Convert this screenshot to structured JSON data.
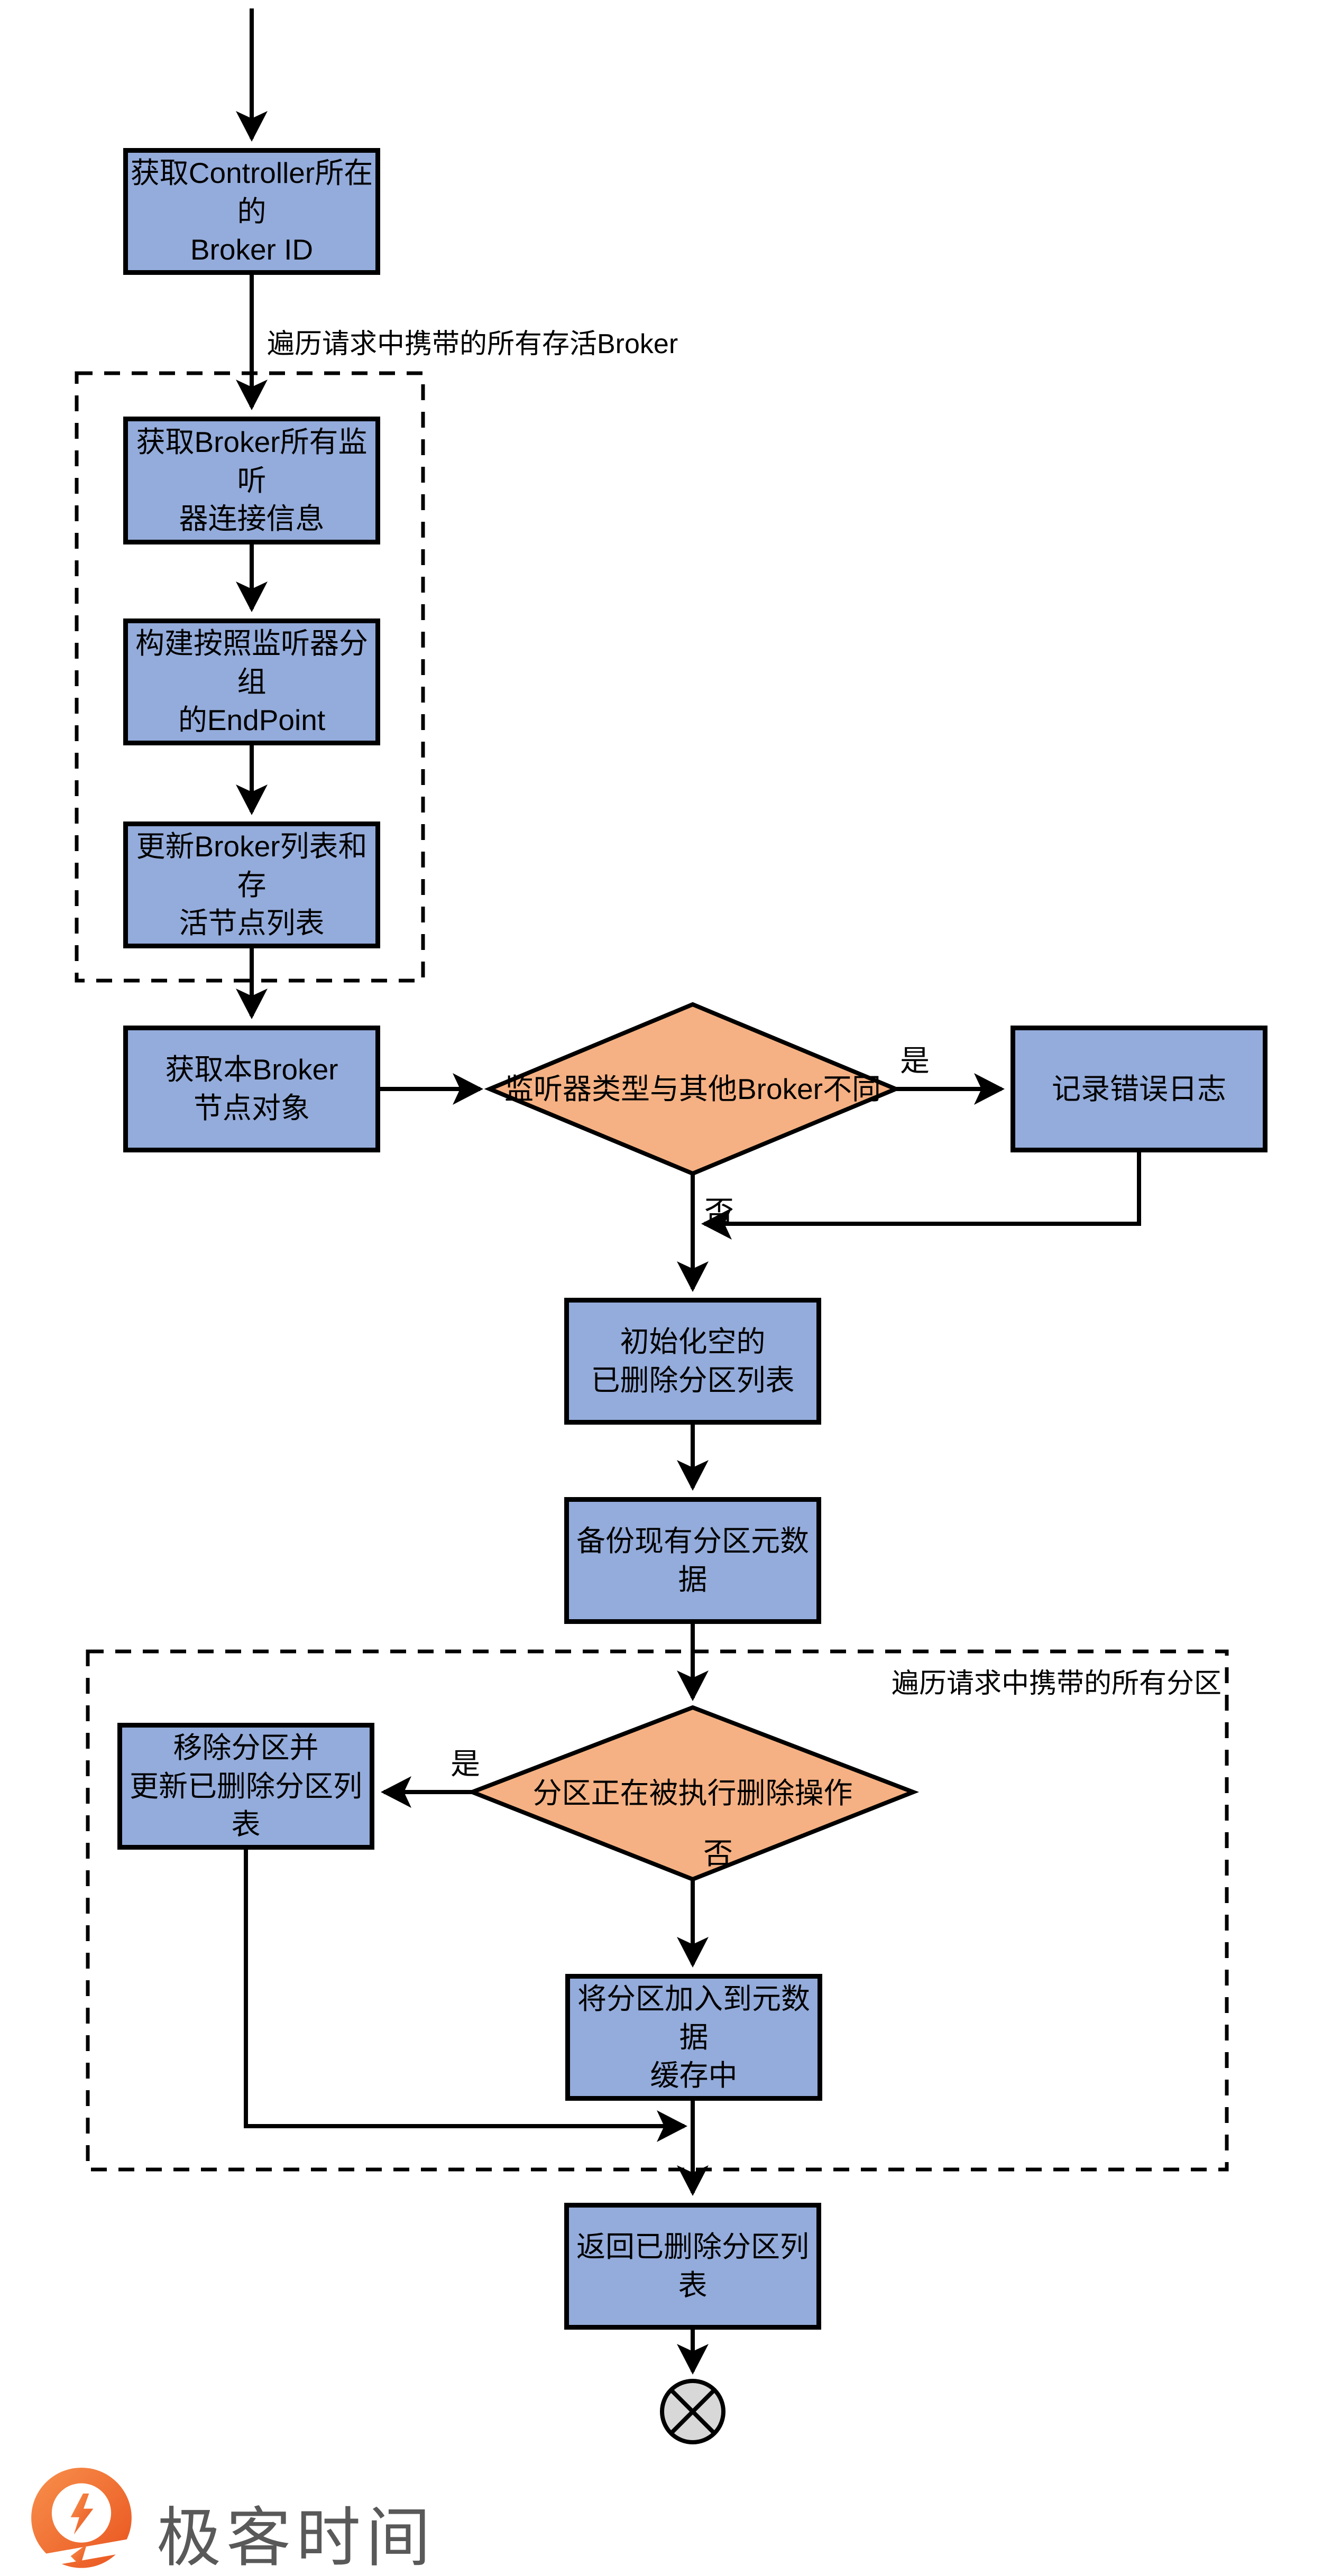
{
  "flowchart": {
    "nodes": {
      "get_controller_id": {
        "label": "获取Controller所在的\nBroker ID"
      },
      "get_listener_info": {
        "label": "获取Broker所有监听\n器连接信息"
      },
      "build_endpoints": {
        "label": "构建按照监听器分组\n的EndPoint"
      },
      "update_broker_lists": {
        "label": "更新Broker列表和存\n活节点列表"
      },
      "get_local_node": {
        "label": "获取本Broker\n节点对象"
      },
      "check_listener_type": {
        "label": "监听器类型与其他Broker不同"
      },
      "log_error": {
        "label": "记录错误日志"
      },
      "init_deleted_list": {
        "label": "初始化空的\n已删除分区列表"
      },
      "backup_metadata": {
        "label": "备份现有分区元数据"
      },
      "check_partition_deleting": {
        "label": "分区正在被执行删除操作"
      },
      "remove_partition": {
        "label": "移除分区并\n更新已删除分区列表"
      },
      "add_partition_cache": {
        "label": "将分区加入到元数据\n缓存中"
      },
      "return_deleted_list": {
        "label": "返回已删除分区列表"
      }
    },
    "branch_labels": {
      "listener_yes": "是",
      "listener_no": "否",
      "partition_yes": "是",
      "partition_no": "否"
    },
    "regions": {
      "loop_alive_brokers": "遍历请求中携带的所有存活Broker",
      "loop_partitions": "遍历请求中携带的所有分区"
    }
  },
  "branding": {
    "logo_text": "极客时间"
  },
  "theme": {
    "process_fill": "#94ACDB",
    "decision_fill": "#F5B183",
    "end_fill": "#D8D8D8",
    "line_color": "#000000",
    "logo_orange": "#ED6A1F",
    "logo_text_color": "#595959",
    "background": "#FFFFFF"
  }
}
